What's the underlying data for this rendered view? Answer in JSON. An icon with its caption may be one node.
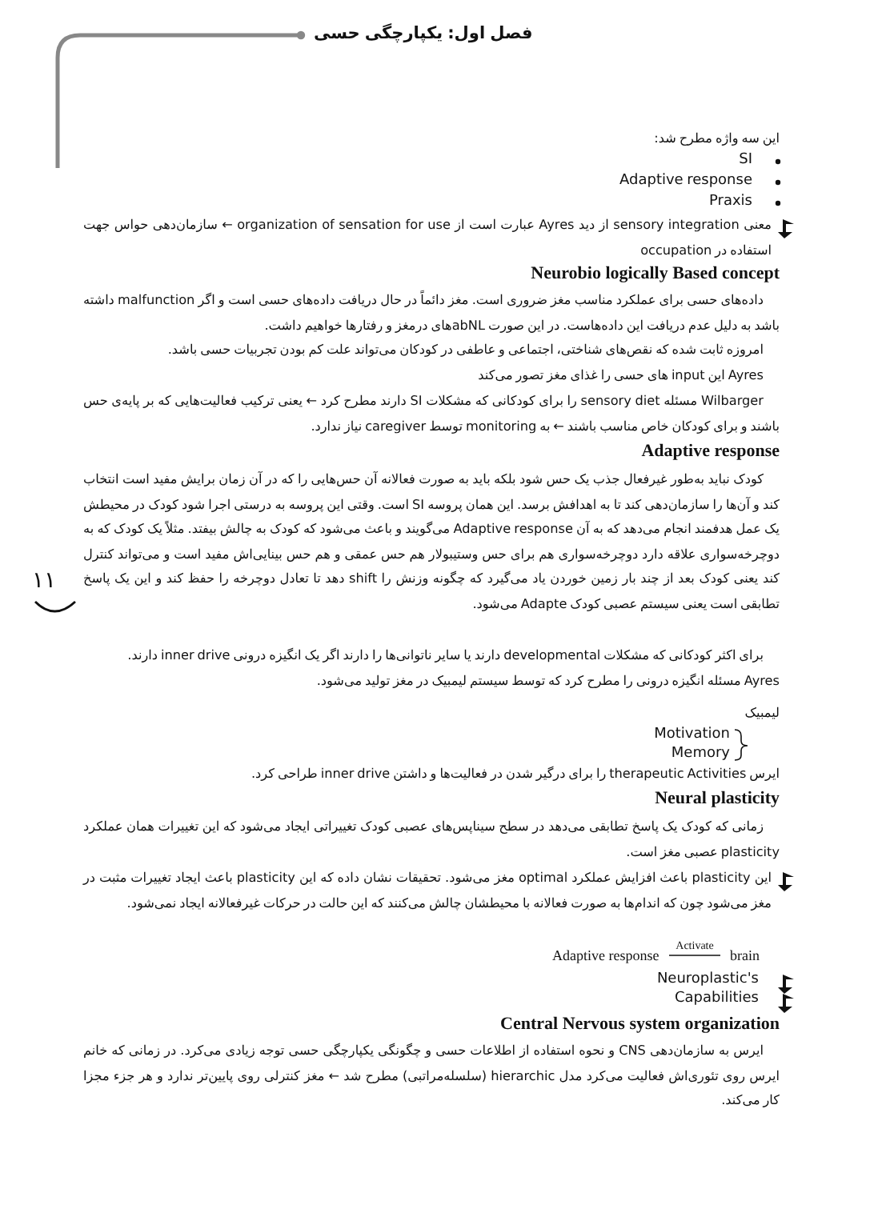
{
  "diagram": {
    "title": "فصل اول: یکپارچگی حسی",
    "nodes": [
      {
        "text": [
          "Adaptive response"
        ]
      },
      {
        "text": [
          "brain"
        ]
      }
    ],
    "edges": [
      {
        "from": 0,
        "to": 1,
        "arrow": "none",
        "label": "Activate"
      }
    ],
    "labels": [
      "این سه واژه مطرح شد:",
      "SI",
      "Adaptive response",
      "Praxis",
      "معنی sensory integration از دید Ayres عبارت است از organization of sensation for use ← سازمان‌دهی حواس جهت استفاده در occupation",
      "Neurobio logically Based concept",
      "داده‌های حسی برای عملکرد مناسب مغز ضروری است. مغز دائماً در حال دریافت داده‌های حسی است و اگر malfunction داشته باشد به دلیل عدم دریافت این داده‌هاست. در این صورت abNLهای درمغز و رفتارها خواهیم داشت.",
      "امروزه ثابت شده که نقص‌های شناختی، اجتماعی و عاطفی در کودکان می‌تواند علت کم بودن تجربیات حسی باشد.",
      "Ayres این input های حسی را غذای مغز تصور می‌کند",
      "Wilbarger مسئله sensory diet را برای کودکانی که مشکلات SI دارند مطرح کرد ← یعنی ترکیب فعالیت‌هایی که بر پایه‌ی حس باشند و برای کودکان خاص مناسب باشند ← به monitoring توسط caregiver نیاز ندارد.",
      "Adaptive response",
      "کودک نباید به‌طور غیرفعال جذب یک حس شود بلکه باید به صورت فعالانه آن حس‌هایی را که در آن زمان برایش مفید است انتخاب کند و آن‌ها را سازمان‌دهی کند تا به اهدافش برسد. این همان پروسه SI است. وقتی این پروسه به درستی اجرا شود کودک در محیطش یک عمل هدفمند انجام می‌دهد که به آن Adaptive response می‌گویند و باعث می‌شود که کودک به چالش بیفتد. مثلاً یک کودک که به دوچرخه‌سواری علاقه دارد دوچرخه‌سواری هم برای حس وستیبولار هم حس عمقی و هم حس بینایی‌اش مفید است و می‌تواند کنترل کند یعنی کودک بعد از چند بار زمین خوردن یاد می‌گیرد که چگونه وزنش را shift دهد تا تعادل دوچرخه را حفظ کند و این یک پاسخ تطابقی است یعنی سیستم عصبی کودک Adapte می‌شود.",
      "۱۱",
      "برای اکثر کودکانی که مشکلات developmental دارند یا سایر ناتوانی‌ها را دارند اگر یک انگیزه درونی inner drive دارند.",
      "Ayres مسئله انگیزه درونی را مطرح کرد که توسط سیستم لیمبیک در مغز تولید می‌شود.",
      "لیمبیک",
      "Motivation",
      "Memory",
      "ایرس therapeutic Activities را برای درگیر شدن در فعالیت‌ها و داشتن inner drive طراحی کرد.",
      "Neural plasticity",
      "زمانی که کودک یک پاسخ تطابقی می‌دهد در سطح سیناپس‌های عصبی کودک تغییراتی ایجاد می‌شود که این تغییرات همان عملکرد plasticity عصبی مغز است.",
      "این plasticity باعث افزایش عملکرد optimal مغز می‌شود. تحقیقات نشان داده که این plasticity باعث ایجاد تغییرات مثبت در مغز می‌شود چون که اندام‌ها به صورت فعالانه با محیطشان چالش می‌کنند که این حالت در حرکات غیرفعالانه ایجاد نمی‌شود.",
      "Neuroplastic's",
      "Capabilities",
      "Central Nervous system organization",
      "ایرس به سازمان‌دهی CNS و نحوه استفاده از اطلاعات حسی و چگونگی یکپارچگی حسی توجه زیادی می‌کرد. در زمانی که خانم ایرس روی تئوری‌اش فعالیت می‌کرد مدل hierarchic (سلسله‌مراتبی) مطرح شد ← مغز کنترلی روی پایین‌تر ندارد و هر جزء مجزا کار می‌کند."
    ]
  }
}
